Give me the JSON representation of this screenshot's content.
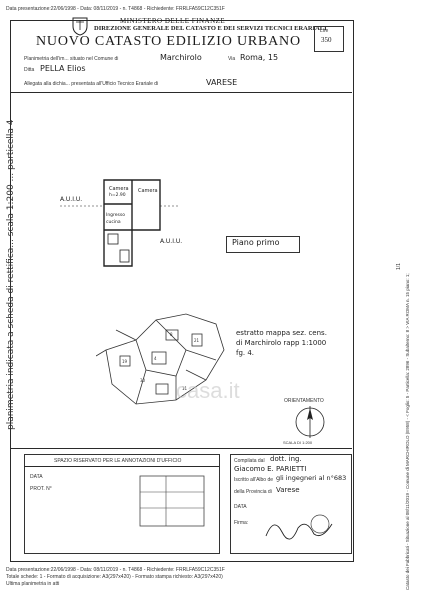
{
  "header_stamp": "Data presentazione:22/06/1998 - Data: 08/11/2019 - n. T4868 - Richiedente: FRRLFA59C12C351F",
  "ministry": "MINISTERO DELLE FINANZE",
  "direction": "DIREZIONE GENERALE DEL CATASTO E DEI SERVIZI TECNICI ERARIALI",
  "title": "NUOVO CATASTO EDILIZIO URBANO",
  "form_label": "Lire",
  "form_number": "350",
  "line1_label": "Planimetria dell'im... situato nel Comune di",
  "comune": "Marchirolo",
  "via_label": "Via",
  "via": "Roma, 15",
  "ditta_label": "Ditta",
  "ditta": "PELLA Elios",
  "allegata_label": "Allegata alla dichia... presentata all'Ufficio Tecnico Erariale di",
  "ufficio": "VARESE",
  "vertical_note": "planimetria indicata a scheda di rettifica... scala 1:200 ... particella 4",
  "plan": {
    "room1": "Camera",
    "room1_h": "h=2.90",
    "room2": "Camera",
    "room3": "Ingresso cucina",
    "label_left": "A.U.I.U.",
    "label_right": "A.U.I.U.",
    "floor_label": "Piano primo"
  },
  "mappa": {
    "line1": "estratto mappa sez. cens.",
    "line2": "di Marchirolo  rapp 1:1000",
    "line3": "fg. 4."
  },
  "orientamento": "ORIENTAMENTO",
  "scala": "SCALA DI 1:200",
  "riservato": {
    "title": "SPAZIO RISERVATO PER LE ANNOTAZIONI D'UFFICIO",
    "data_label": "DATA",
    "prot_label": "PROT. N°"
  },
  "compilata": {
    "line1_label": "Compilata dal",
    "line1_value": "dott. ing.",
    "name": "Giacomo E. PARIETTI",
    "iscritto_label": "Iscritto all'Albo de",
    "iscritto_value": "gli ingegneri al n°683",
    "provincia_label": "della Provincia di",
    "provincia_value": "Varese",
    "data_label": "DATA",
    "firma_label": "Firma:"
  },
  "watermark": "casa.it",
  "right_stamp": "Catasto dei Fabbricati - Situazione al 08/11/2019 - Comune di MARCHIROLO (E958) - < Foglio: 5 - Particella: 2896 - Subalterno: 8 > VIA ROMA n. 15 piano: 1;",
  "right_small": "1/1",
  "footer": {
    "line1": "Data presentazione:22/06/1998 - Data: 08/11/2019 - n. T4868 - Richiedente: FRRLFA59C12C351F",
    "line2": "Totale schede: 1 - Formato di acquisizione: A3(297x420) - Formato stampa richiesto: A3(297x420)",
    "line3": "Ultima planimetria in atti"
  }
}
